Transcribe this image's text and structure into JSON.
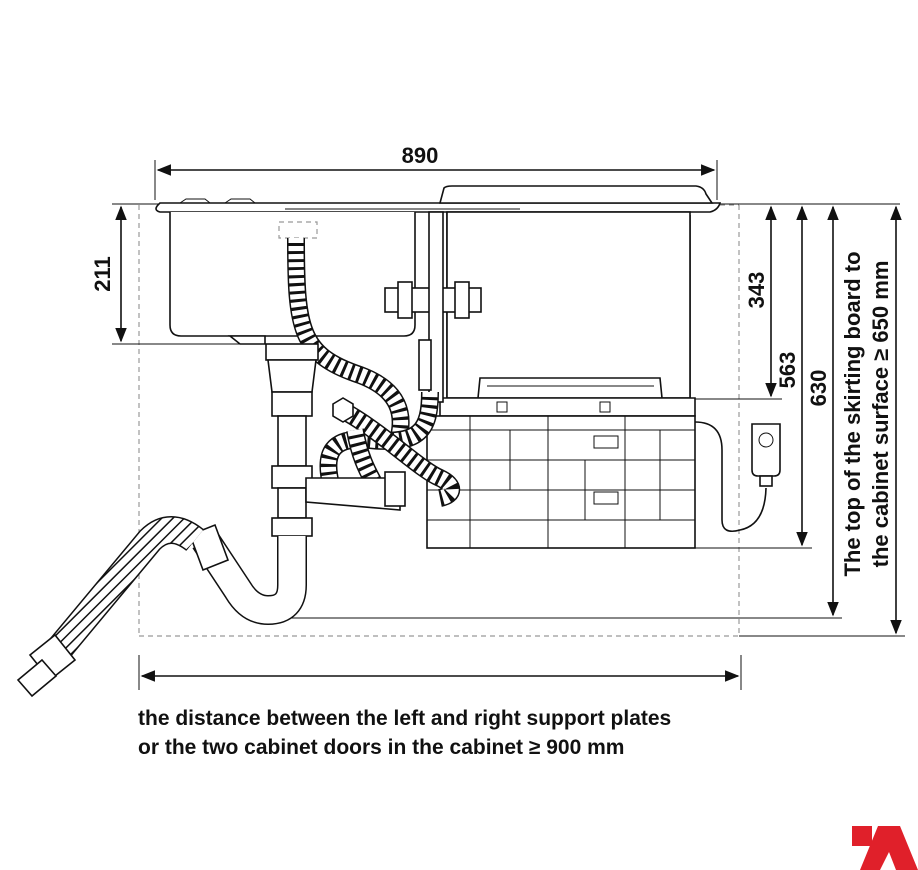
{
  "dimensions": {
    "width": "890",
    "sink_depth": "211",
    "height_343": "343",
    "height_563": "563",
    "height_630": "630"
  },
  "notes": {
    "skirting_line1": "The top of the skirting board to",
    "skirting_line2": "the cabinet surface ≥ 650 mm",
    "distance_line1": "the distance between the left and right support plates",
    "distance_line2": "or the two cabinet doors in the cabinet ≥ 900 mm"
  },
  "colors": {
    "line": "#111111",
    "dashed": "#999999",
    "brand": "#e0202a"
  },
  "icons": [
    "power-plug-icon",
    "brand-logo-icon"
  ]
}
